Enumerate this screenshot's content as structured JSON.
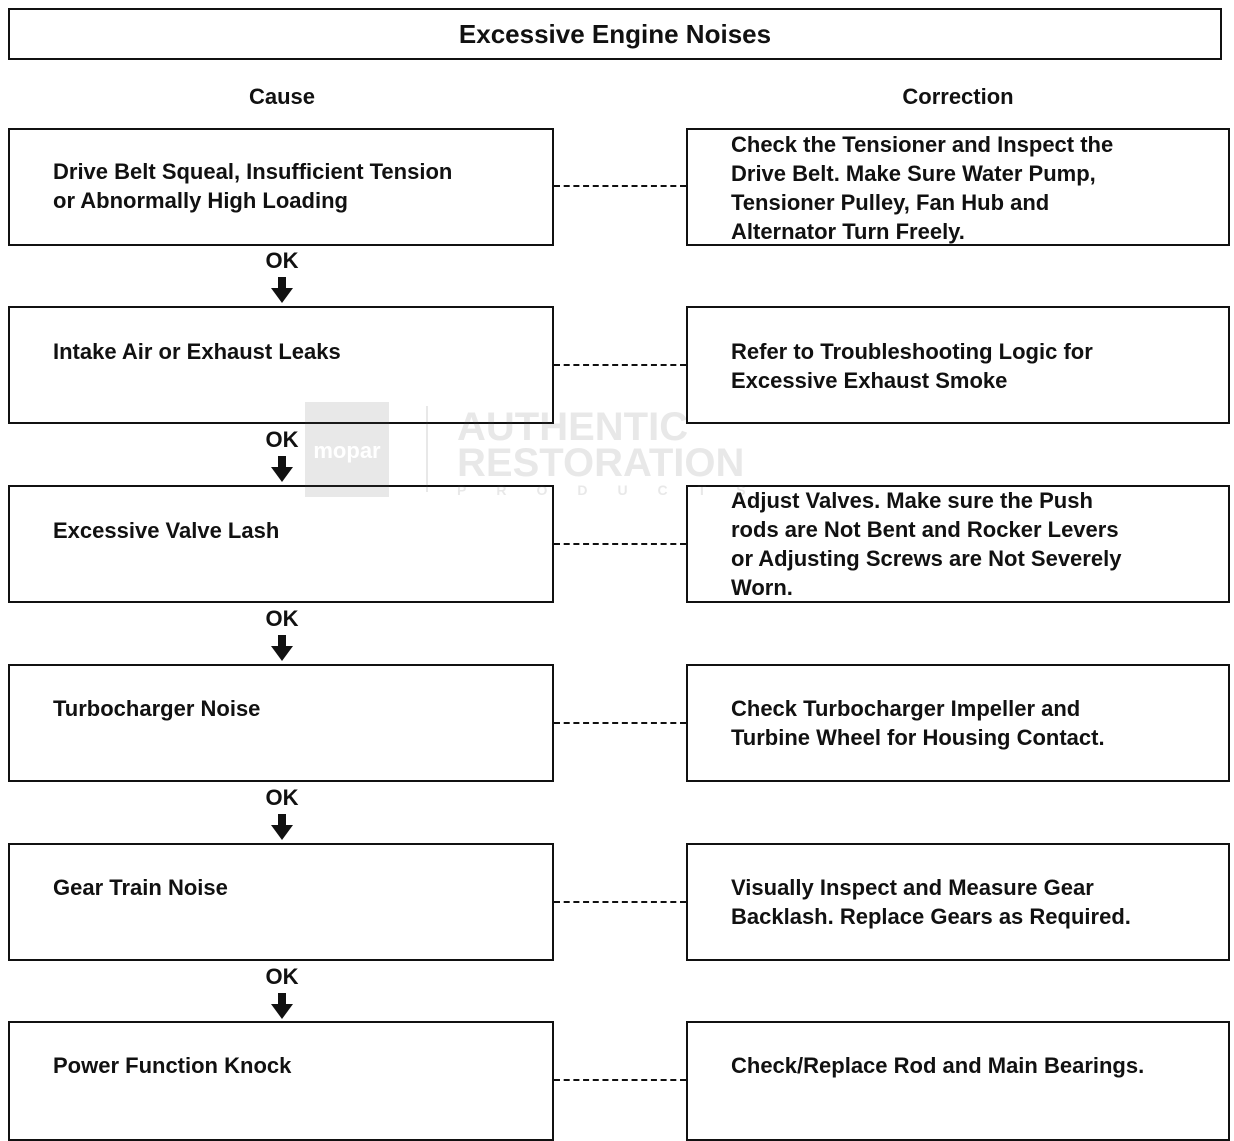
{
  "title": "Excessive Engine Noises",
  "headers": {
    "cause": "Cause",
    "correction": "Correction"
  },
  "ok_label": "OK",
  "rows": [
    {
      "cause": "Drive Belt Squeal, Insufficient Tension\nor Abnormally High Loading",
      "correction": "Check the Tensioner and Inspect the\nDrive Belt. Make Sure Water Pump,\nTensioner Pulley, Fan Hub and\nAlternator Turn Freely."
    },
    {
      "cause": "Intake Air or Exhaust Leaks",
      "correction": "Refer to Troubleshooting Logic for\nExcessive Exhaust Smoke"
    },
    {
      "cause": "Excessive Valve Lash",
      "correction": "Adjust Valves. Make sure the Push\nrods are Not Bent and Rocker Levers\nor Adjusting Screws are Not Severely\nWorn."
    },
    {
      "cause": "Turbocharger Noise",
      "correction": "Check Turbocharger Impeller and\nTurbine Wheel for Housing Contact."
    },
    {
      "cause": "Gear Train Noise",
      "correction": "Visually Inspect and Measure Gear\nBacklash. Replace Gears as Required."
    },
    {
      "cause": "Power Function Knock",
      "correction": "Check/Replace Rod and Main Bearings."
    }
  ],
  "watermark": {
    "brand": "mopar",
    "line1": "AUTHENTIC",
    "line2": "RESTORATION",
    "line3": "PRODUCTS"
  }
}
